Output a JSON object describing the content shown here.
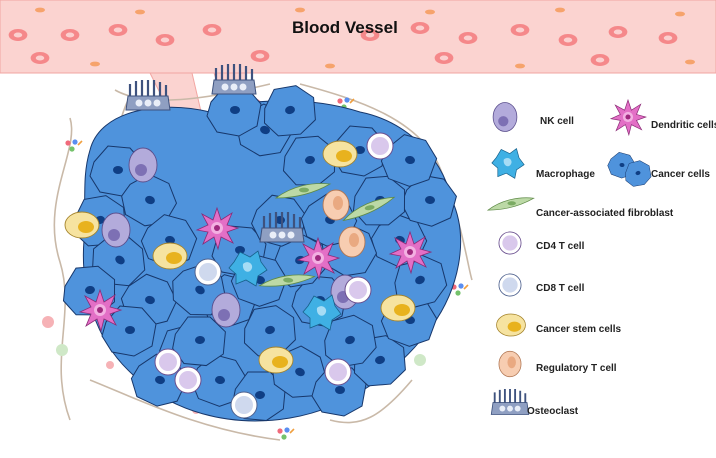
{
  "title": "Blood Vessel",
  "colors": {
    "vessel_fill": "#fbd3d0",
    "vessel_edge": "#f2a6a2",
    "rbc_fill": "#f5888a",
    "rbc_core": "#fbd0cf",
    "endothelial_nucleus": "#f6a36c",
    "cancer_fill": "#4f93dc",
    "cancer_edge": "#17376b",
    "cancer_nucleus": "#0f3e84",
    "nk_fill": "#b3abdb",
    "dendritic_fill": "#e36fc6",
    "macrophage_fill": "#3fb0e4",
    "fibroblast_fill": "#bcd9a6",
    "cd4_fill": "#d9c8ec",
    "cd8_fill": "#cfd9ee",
    "stem_fill": "#f6e3a0",
    "stem_core": "#e8b21e",
    "treg_fill": "#f7cdb1",
    "osteoclast_fill": "#8f9fc2",
    "fiber": "#c9b9a8"
  },
  "legend": [
    {
      "id": "nk",
      "label": "NK cell",
      "icon": "nk-cell-icon"
    },
    {
      "id": "dendritic",
      "label": "Dendritic cells",
      "icon": "dendritic-cell-icon"
    },
    {
      "id": "macrophage",
      "label": "Macrophage",
      "icon": "macrophage-icon"
    },
    {
      "id": "cancer",
      "label": "Cancer cells",
      "icon": "cancer-cell-icon"
    },
    {
      "id": "caf",
      "label": "Cancer-associated fibroblast",
      "icon": "fibroblast-icon"
    },
    {
      "id": "cd4",
      "label": "CD4 T cell",
      "icon": "cd4-t-cell-icon"
    },
    {
      "id": "cd8",
      "label": "CD8 T cell",
      "icon": "cd8-t-cell-icon"
    },
    {
      "id": "stem",
      "label": "Cancer stem cells",
      "icon": "cancer-stem-cell-icon"
    },
    {
      "id": "treg",
      "label": "Regulatory T cell",
      "icon": "regulatory-t-cell-icon"
    },
    {
      "id": "osteoclast",
      "label": "Osteoclast",
      "icon": "osteoclast-icon"
    }
  ]
}
